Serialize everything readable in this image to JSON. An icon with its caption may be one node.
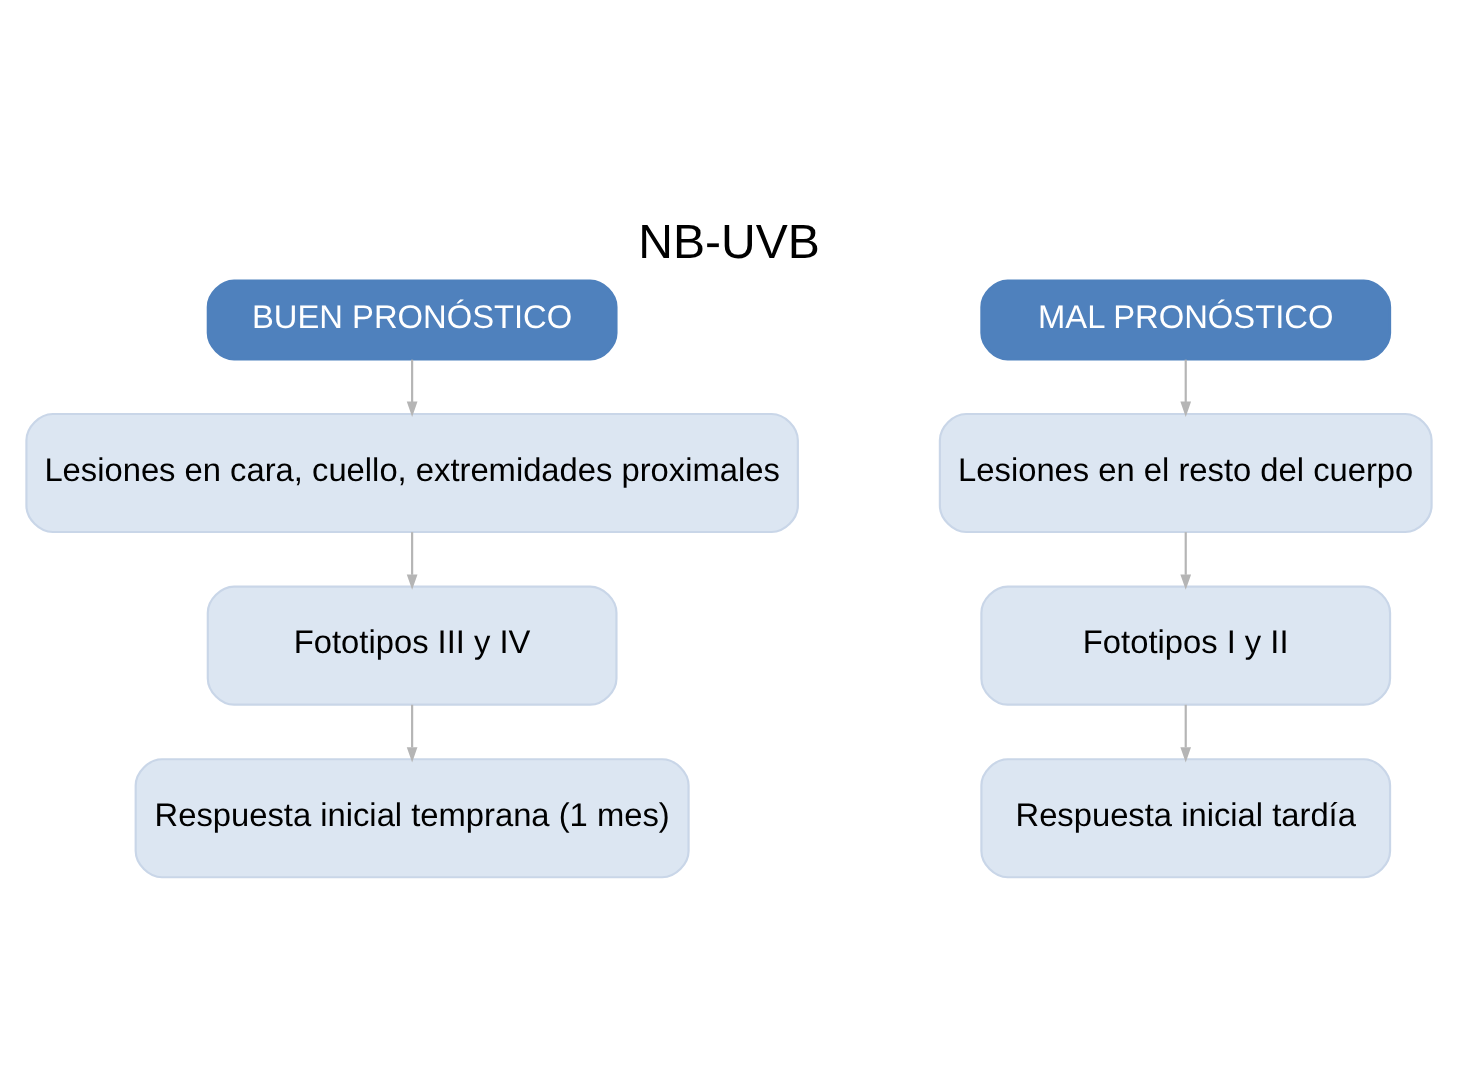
{
  "diagram": {
    "title": "NB-UVB",
    "nodes": [
      {
        "text": [
          "BUEN PRONÓSTICO"
        ]
      },
      {
        "text": [
          "Lesiones en cara, cuello, extremidades proximales"
        ]
      },
      {
        "text": [
          "Fototipos III y IV"
        ]
      },
      {
        "text": [
          "Respuesta inicial temprana (1 mes)"
        ]
      },
      {
        "text": [
          "MAL PRONÓSTICO"
        ]
      },
      {
        "text": [
          "Lesiones en el resto del cuerpo"
        ]
      },
      {
        "text": [
          "Fototipos I y II"
        ]
      },
      {
        "text": [
          "Respuesta inicial tardía"
        ]
      }
    ],
    "edges": [
      {
        "from": 0,
        "to": 1,
        "arrow": "to"
      },
      {
        "from": 1,
        "to": 2,
        "arrow": "to"
      },
      {
        "from": 2,
        "to": 3,
        "arrow": "to"
      },
      {
        "from": 4,
        "to": 5,
        "arrow": "to"
      },
      {
        "from": 5,
        "to": 6,
        "arrow": "to"
      },
      {
        "from": 6,
        "to": 7,
        "arrow": "to"
      }
    ]
  }
}
